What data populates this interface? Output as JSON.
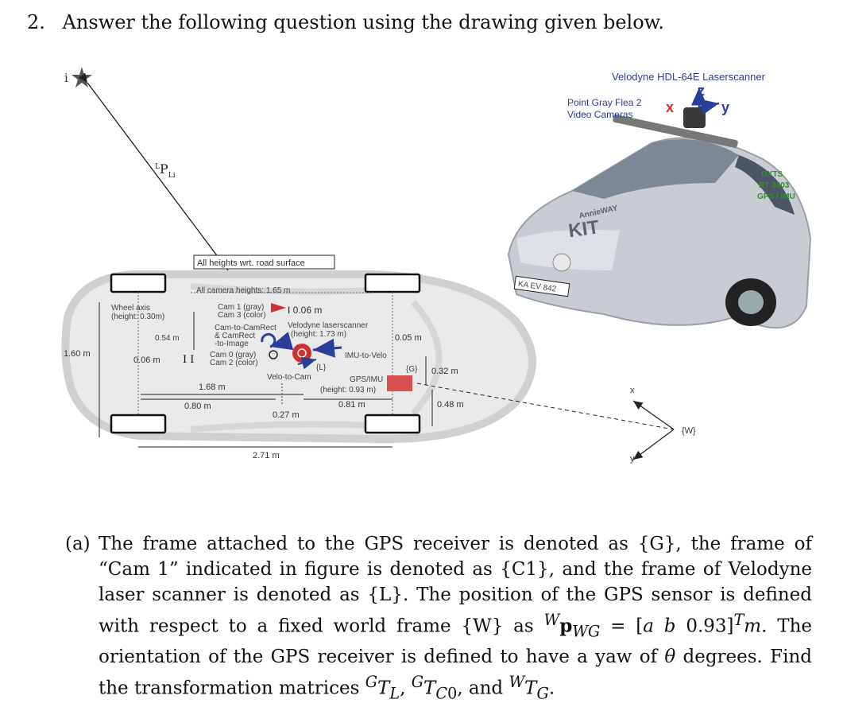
{
  "question": {
    "number": "2.",
    "text": "Answer the following question using the drawing given below."
  },
  "figure": {
    "star_label": "i",
    "vector_label_pre": "L",
    "vector_label_main": "P",
    "vector_label_sub": "Li",
    "heights_note": "All heights wrt. road surface",
    "camera_heights": "All camera heights: 1.65 m",
    "wheel_axis": "Wheel axis",
    "wheel_height": "(height: 0.30m)",
    "cam1": "Cam 1 (gray)",
    "cam3": "Cam 3 (color)",
    "cam_spacing": "0.06 m",
    "cam_to_camrect_1": "Cam-to-CamRect",
    "cam_to_camrect_2": "& CamRect",
    "cam_to_camrect_3": "-to-Image",
    "velodyne_1": "Velodyne laserscanner",
    "velodyne_2": "(height: 1.73 m)",
    "cam0": "Cam 0 (gray)",
    "cam2": "Cam 2 (color)",
    "imu_to_velo": "IMU-to-Velo",
    "velo_to_cam": "Velo-to-Cam",
    "frame_l": "{L}",
    "frame_g": "{G}",
    "frame_w": "{W}",
    "gps_imu_1": "GPS/IMU",
    "gps_imu_2": "(height: 0.93 m)",
    "dim_1_60": "1.60 m",
    "dim_0_54": "0.54 m",
    "dim_0_06": "0.06 m",
    "dim_1_68": "1.68 m",
    "dim_0_80": "0.80 m",
    "dim_0_27": "0.27 m",
    "dim_0_81": "0.81 m",
    "dim_0_05": "0.05 m",
    "dim_0_32": "0.32 m",
    "dim_0_48": "0.48 m",
    "dim_2_71": "2.71 m",
    "axis_x": "x",
    "axis_y": "y",
    "axis_z": "z",
    "car_velodyne": "Velodyne HDL-64E Laserscanner",
    "car_cameras_1": "Point Gray Flea 2",
    "car_cameras_2": "Video Cameras",
    "car_gps_1": "OXTS",
    "car_gps_2": "RT 3003",
    "car_gps_3": "GPS / IMU",
    "car_brand": "KIT",
    "car_annie": "AnnieWAY",
    "car_plate": "KA EV 842"
  },
  "part_a": {
    "letter": "(a)",
    "text": "The frame attached to the GPS receiver is denoted as {G}, the frame of “Cam 1” indicated in figure is denoted as {C1}, and the frame of Velodyne laser scanner is denoted as {L}. The position of the GPS sensor is defined with respect to a fixed world frame {W} as"
  }
}
